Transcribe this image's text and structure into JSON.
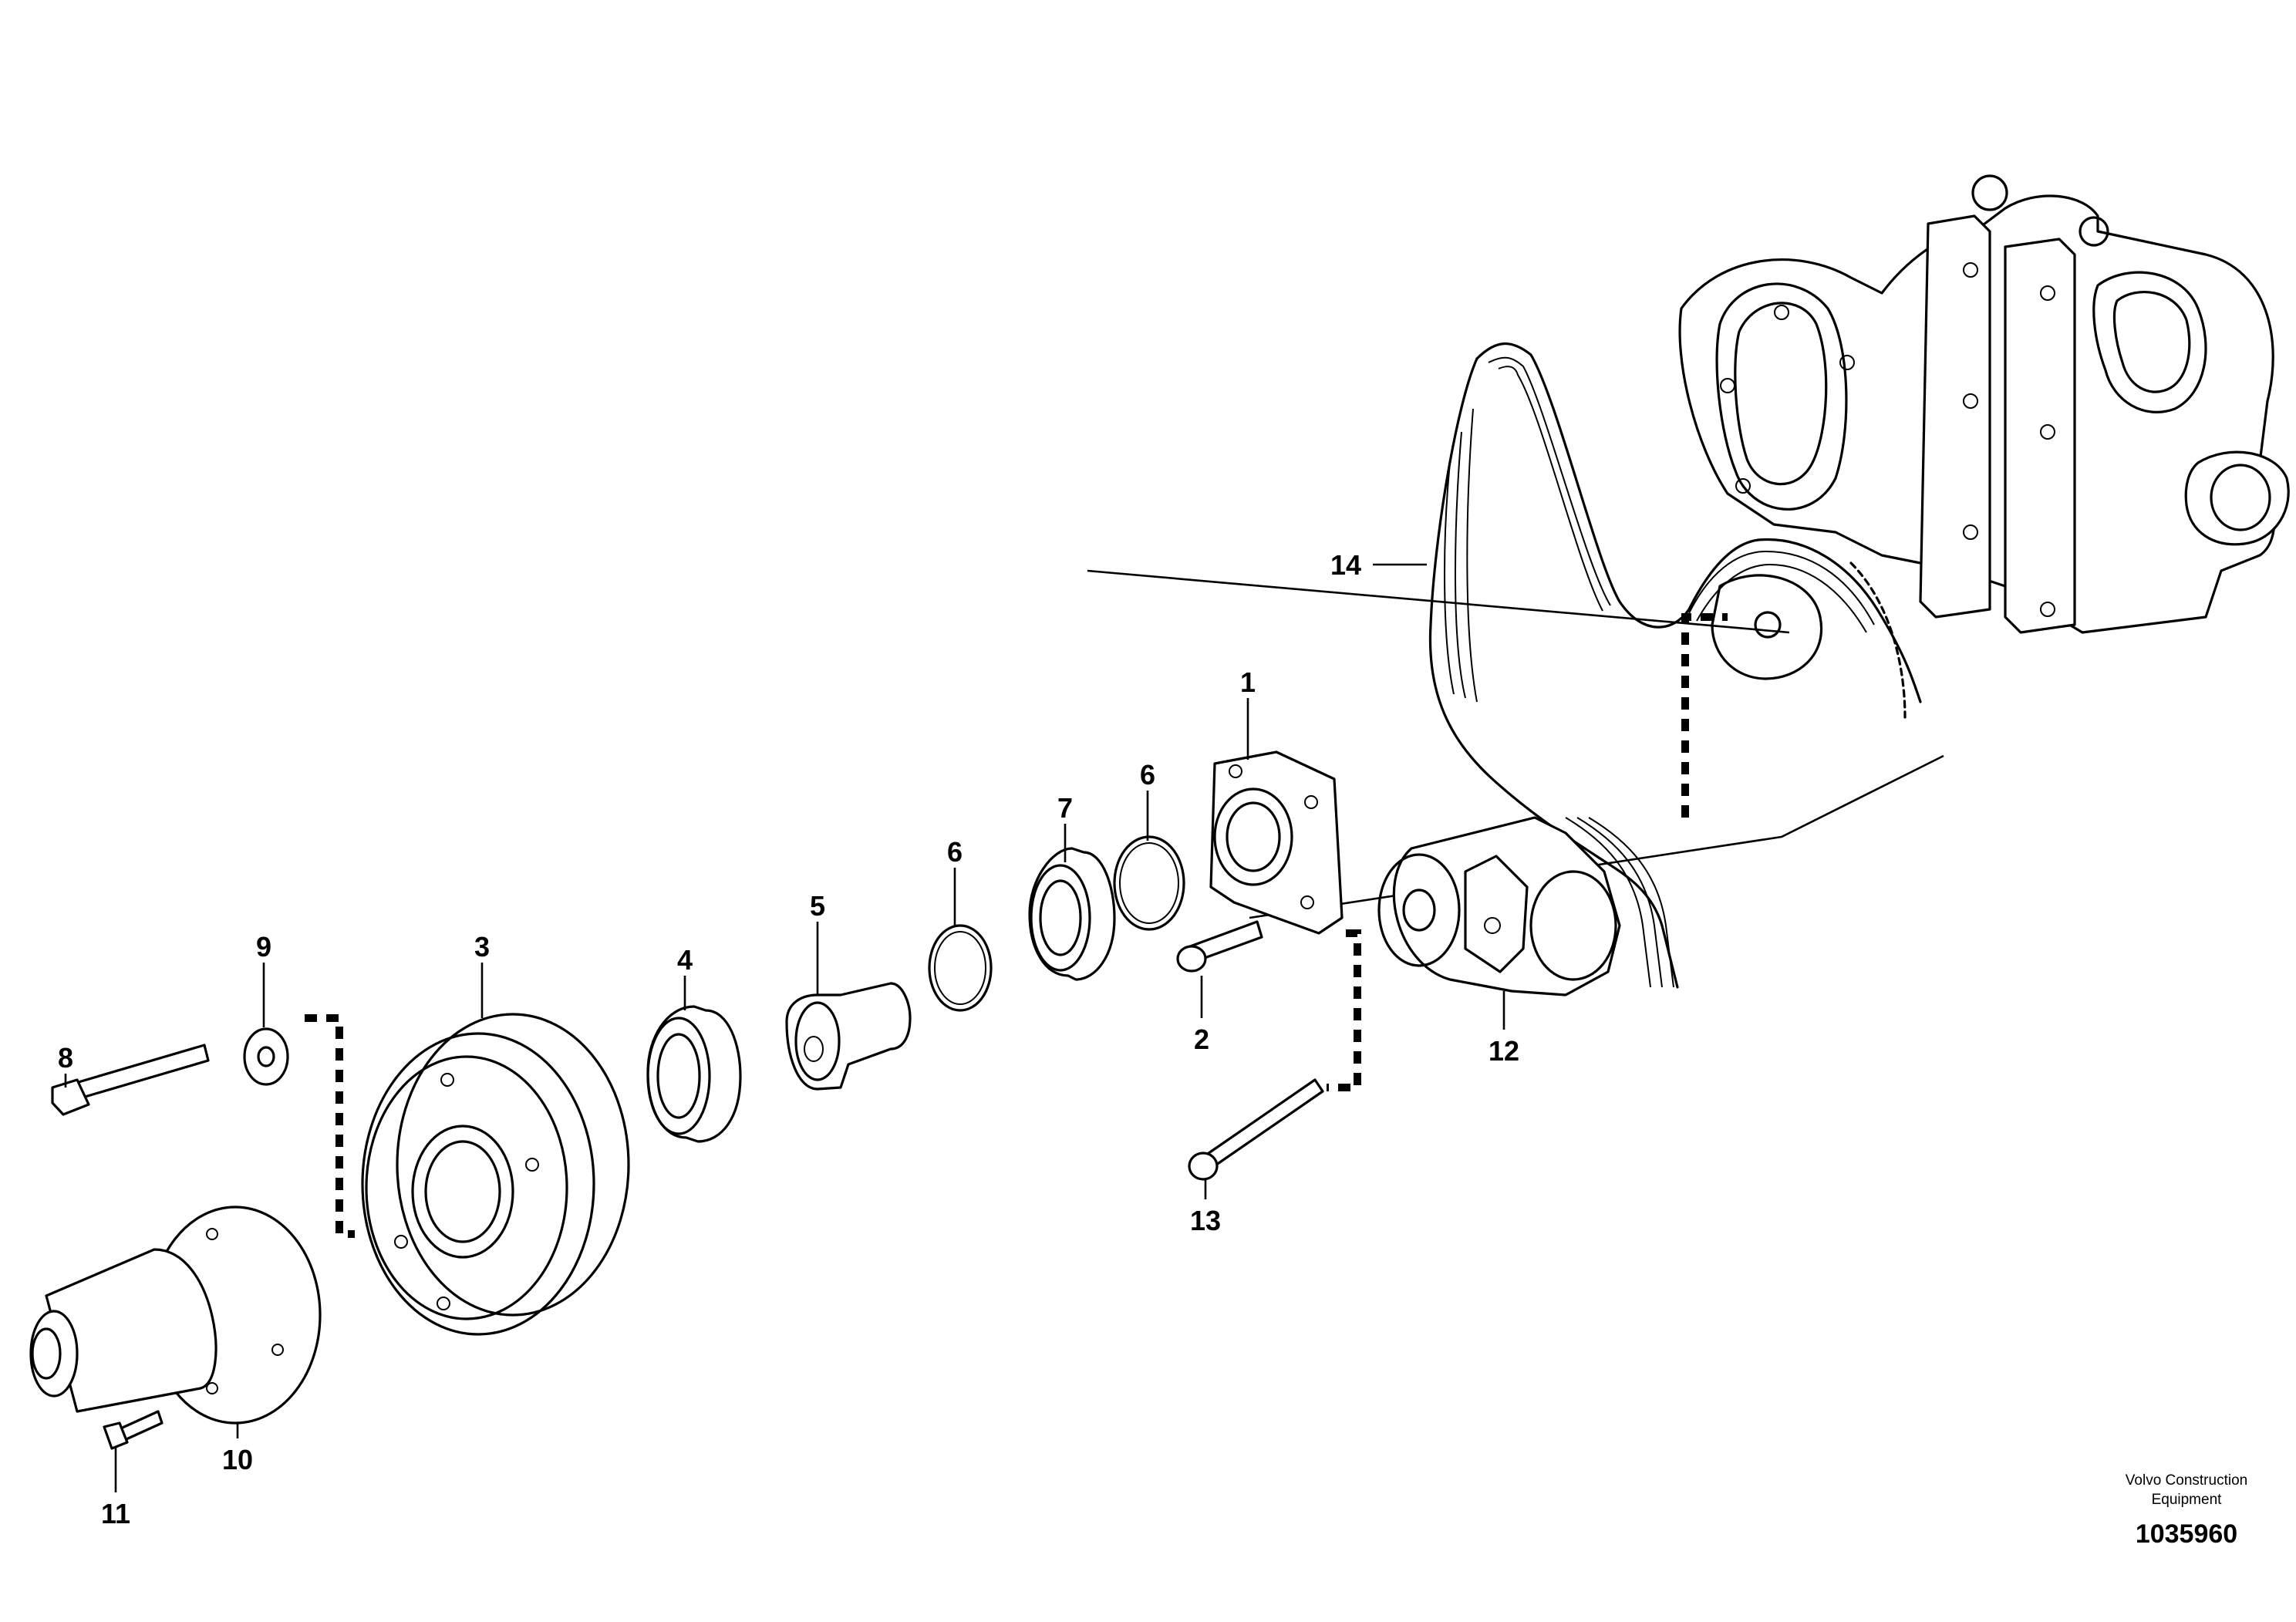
{
  "callouts": {
    "c1": "1",
    "c2": "2",
    "c3": "3",
    "c4": "4",
    "c5": "5",
    "c6a": "6",
    "c6b": "6",
    "c7": "7",
    "c8": "8",
    "c9": "9",
    "c10": "10",
    "c11": "11",
    "c12": "12",
    "c13": "13",
    "c14": "14"
  },
  "footer": {
    "publisher_line1": "Volvo Construction",
    "publisher_line2": "Equipment",
    "document_number": "1035960"
  }
}
